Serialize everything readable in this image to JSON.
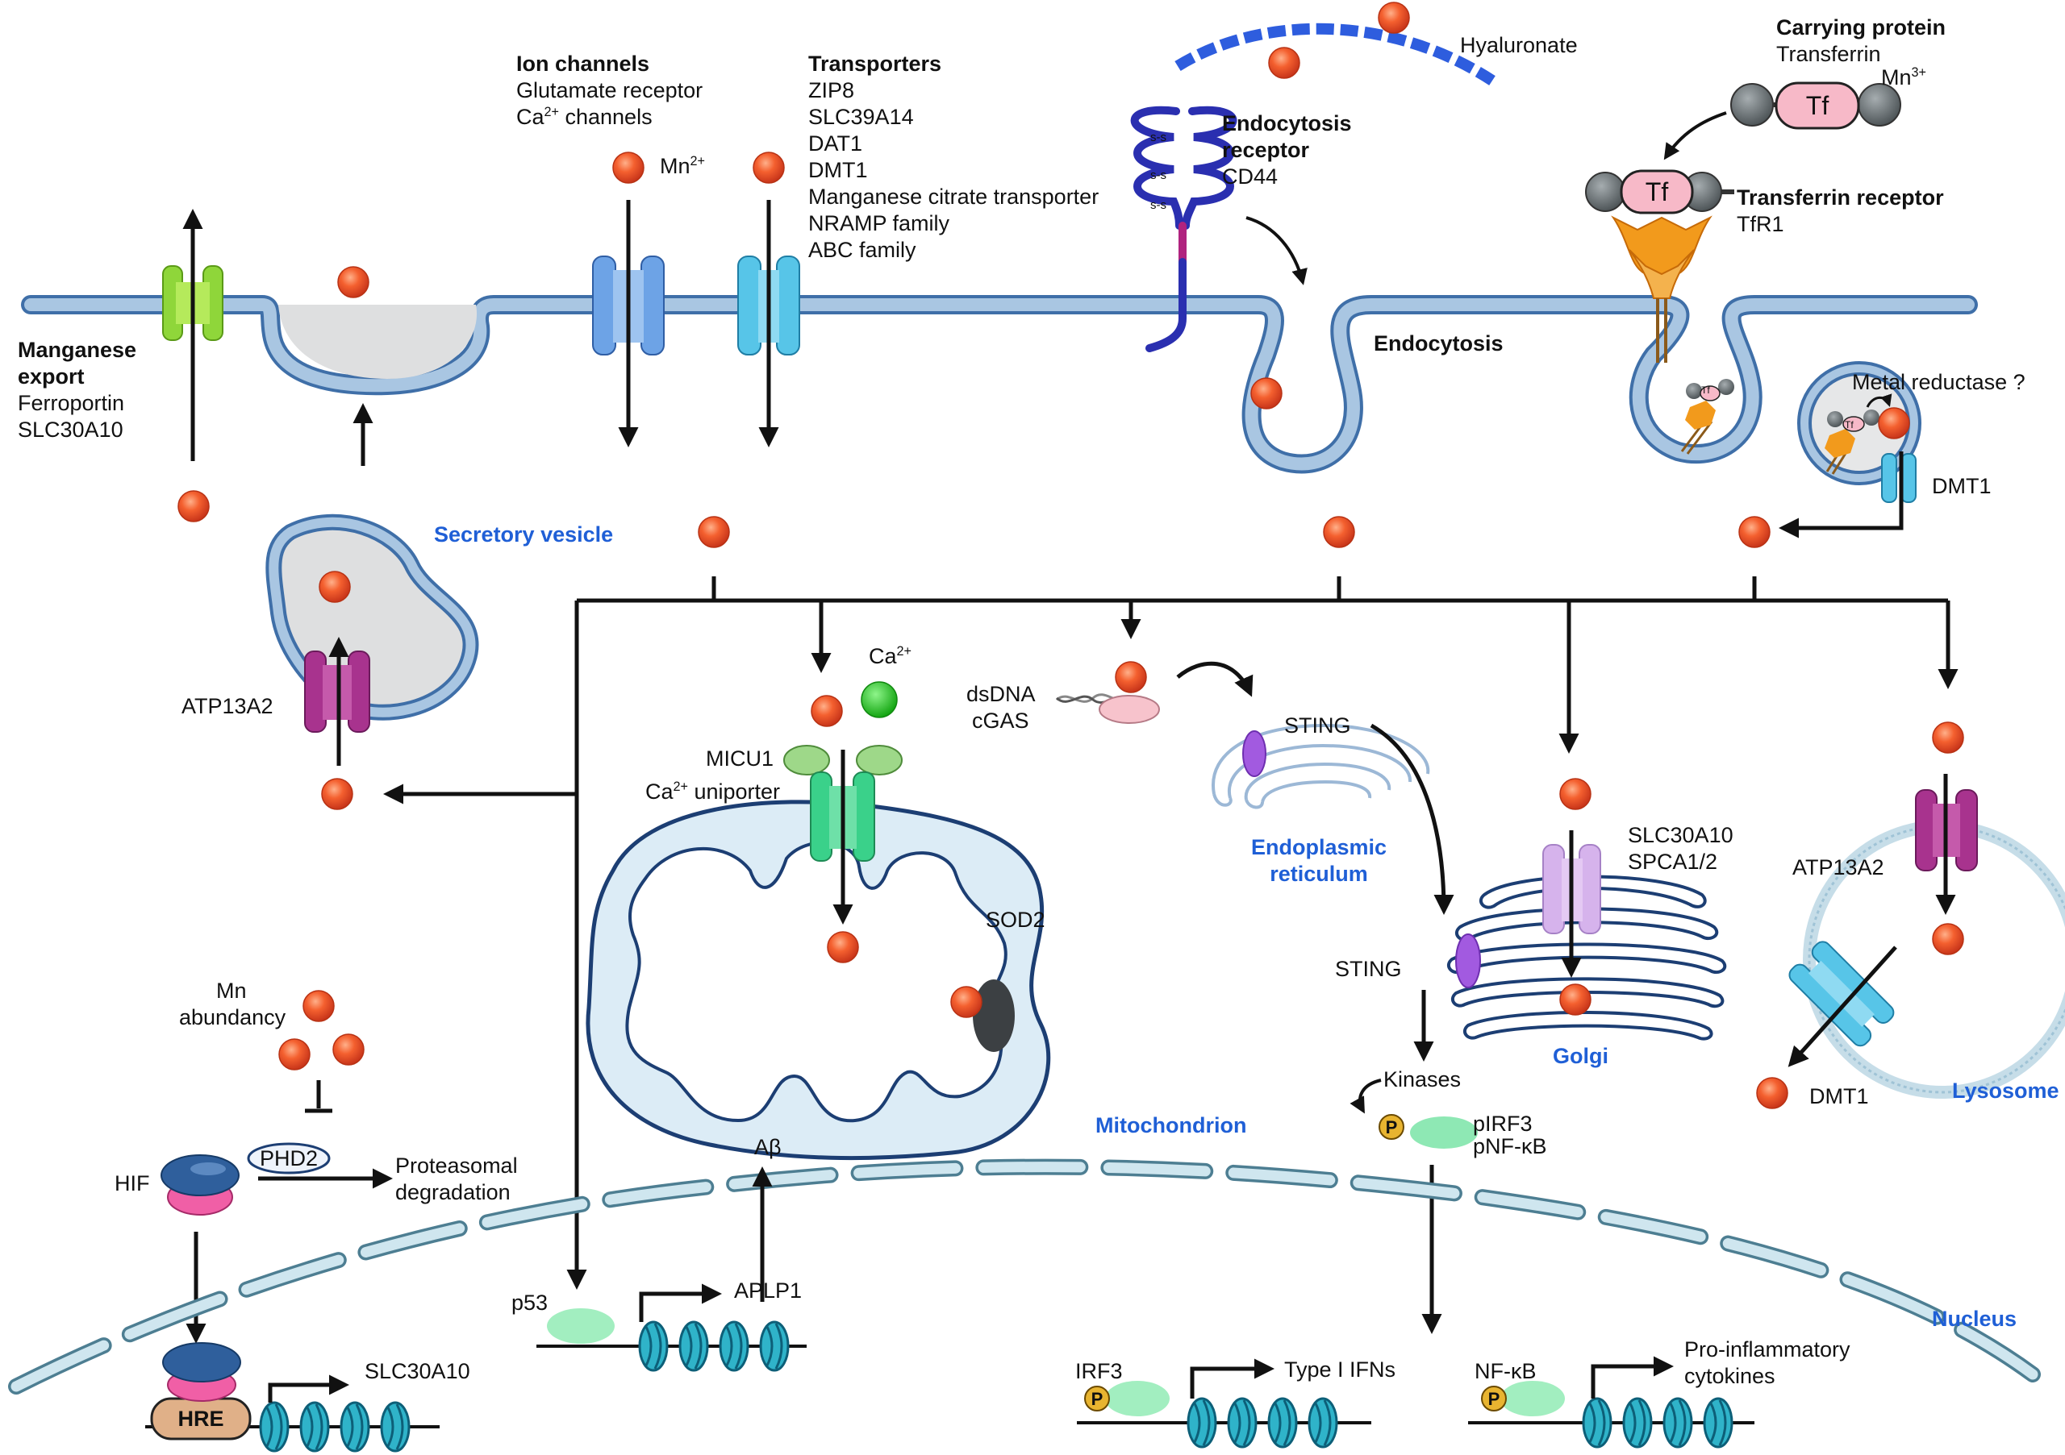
{
  "labels": {
    "ion_channels_title": "Ion channels",
    "ion_channels_1": "Glutamate receptor",
    "ion_channels_2_base": "Ca",
    "ion_channels_2_sup": "2+",
    "ion_channels_2_rest": " channels",
    "mn2_base": "Mn",
    "mn2_sup": "2+",
    "transporters_title": "Transporters",
    "transporters_items": [
      "ZIP8",
      "SLC39A14",
      "DAT1",
      "DMT1",
      "Manganese citrate transporter",
      "NRAMP family",
      "ABC family"
    ],
    "hyaluronate": "Hyaluronate",
    "endo_receptor_1": "Endocytosis",
    "endo_receptor_2": "receptor",
    "cd44": "CD44",
    "ss_bond": "s-s",
    "carrying_protein": "Carrying protein",
    "transferrin": "Transferrin",
    "mn3_base": "Mn",
    "mn3_sup": "3+",
    "tf": "Tf",
    "transferrin_receptor": "Transferrin receptor",
    "tfr1": "TfR1",
    "manganese_export_1": "Manganese",
    "manganese_export_2": "export",
    "ferroportin": "Ferroportin",
    "slc30a10_export": "SLC30A10",
    "endocytosis": "Endocytosis",
    "metal_reductase": "Metal reductase ?",
    "dmt1_endosome": "DMT1",
    "secretory_vesicle": "Secretory vesicle",
    "atp13a2_left": "ATP13A2",
    "ca2_base": "Ca",
    "ca2_sup": "2+",
    "micu1": "MICU1",
    "uniporter_base": "Ca",
    "uniporter_sup": "2+",
    "uniporter_rest": " uniporter",
    "dsdna": "dsDNA",
    "cgas": "cGAS",
    "sting_er": "STING",
    "er_1": "Endoplasmic",
    "er_2": "reticulum",
    "sod2": "SOD2",
    "mitochondrion": "Mitochondrion",
    "slc30a10_golgi": "SLC30A10",
    "spca": "SPCA1/2",
    "sting_golgi": "STING",
    "golgi": "Golgi",
    "atp13a2_lyso": "ATP13A2",
    "dmt1_lyso": "DMT1",
    "lysosome": "Lysosome",
    "mn_abundancy_1": "Mn",
    "mn_abundancy_2": "abundancy",
    "phd2": "PHD2",
    "proteasomal_1": "Proteasomal",
    "proteasomal_2": "degradation",
    "hif": "HIF",
    "hre": "HRE",
    "slc30a10_gene": "SLC30A10",
    "abeta": "Aβ",
    "p53": "p53",
    "aplp1": "APLP1",
    "kinases": "Kinases",
    "p": "P",
    "pirf3": "pIRF3",
    "pnfkb": "pNF-κB",
    "irf3": "IRF3",
    "type1_ifns": "Type I IFNs",
    "nfkb": "NF-κB",
    "proinflam_1": "Pro-inflammatory",
    "proinflam_2": "cytokines",
    "nucleus": "Nucleus"
  },
  "colors": {
    "membrane": "#9dbcdd",
    "membrane_edge": "#3f6fa8",
    "manganese": "#f0552a",
    "calcium": "#22c41f",
    "label_blue": "#1f5fd6",
    "transferrin": "#f7b9c8",
    "mito_fill": "#dcecf6",
    "nucleus_envelope": "#cfe6ef"
  }
}
